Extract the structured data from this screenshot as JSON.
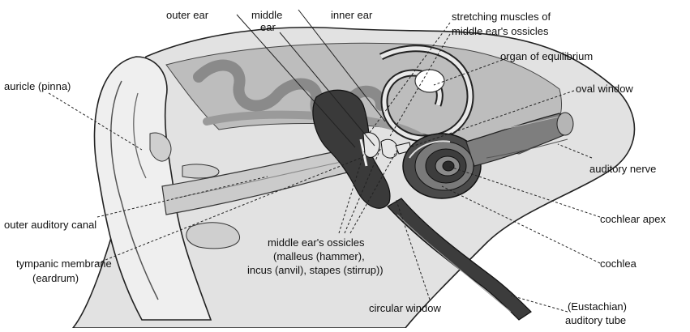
{
  "labels": {
    "outer_ear": "outer ear",
    "middle_ear_1": "middle",
    "middle_ear_2": "ear",
    "inner_ear": "inner ear",
    "stretching_1": "stretching muscles of",
    "stretching_2": "middle ear's ossicles",
    "organ_equilibrium": "organ of equilibrium",
    "auricle": "auricle (pinna)",
    "oval_window": "oval window",
    "auditory_nerve": "auditory nerve",
    "outer_auditory_canal": "outer auditory canal",
    "cochlear_apex": "cochlear apex",
    "ossicles_1": "middle ear's ossicles",
    "ossicles_2": "(malleus (hammer),",
    "ossicles_3": "incus (anvil), stapes (stirrup))",
    "tympanic_1": "tympanic membrane",
    "tympanic_2": "(eardrum)",
    "cochlea": "cochlea",
    "circular_window": "circular window",
    "eustachian_1": "(Eustachian)",
    "eustachian_2": "auditory tube"
  },
  "colors": {
    "tissue": "#d9d9d9",
    "bone": "#a9a9a9",
    "dark_cavity": "#2e2e2e",
    "skin": "#ececec",
    "outline": "#222222"
  }
}
